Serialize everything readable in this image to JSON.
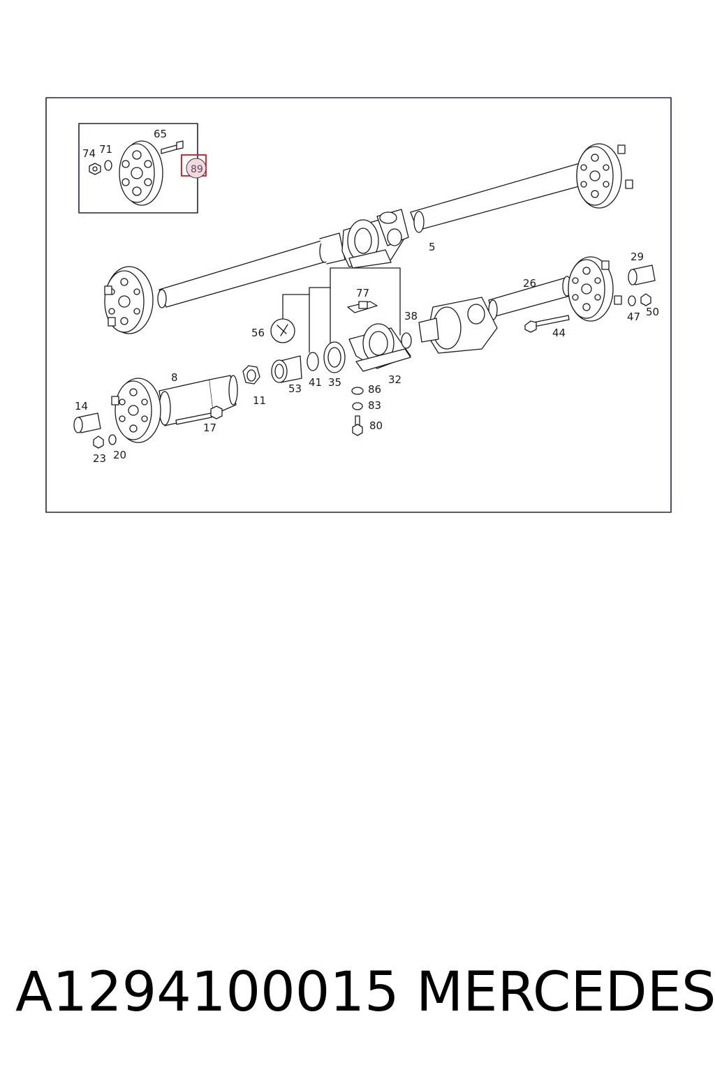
{
  "colors": {
    "frame": "#23233a",
    "line": "#1a1a1a",
    "highlight": "#d42a2a",
    "highlight_fill": "#f3d9de"
  },
  "highlighted_callout": "89",
  "callouts": {
    "c65": "65",
    "c74": "74",
    "c71": "71",
    "c89": "89",
    "c5": "5",
    "c29": "29",
    "c26": "26",
    "c77": "77",
    "c56": "56",
    "c38": "38",
    "c47": "47",
    "c50": "50",
    "c44": "44",
    "c8": "8",
    "c41": "41",
    "c35": "35",
    "c32": "32",
    "c53": "53",
    "c11": "11",
    "c86": "86",
    "c83": "83",
    "c80": "80",
    "c14": "14",
    "c17": "17",
    "c23": "23",
    "c20": "20"
  },
  "footer": {
    "part_number": "A1294100015",
    "brand": "MERCEDES"
  }
}
